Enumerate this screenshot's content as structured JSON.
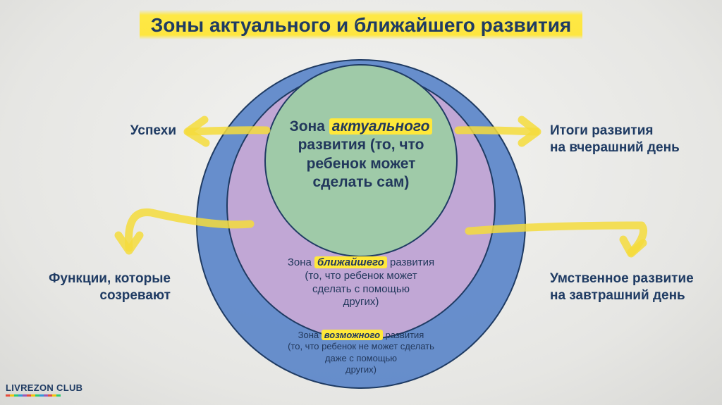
{
  "title": "Зоны актуального и ближайшего развития",
  "labels": {
    "successes": "Успехи",
    "functions_line1": "Функции, которые",
    "functions_line2": "созревают",
    "results_line1": "Итоги развития",
    "results_line2": "на вчерашний день",
    "mental_line1": "Умственное развитие",
    "mental_line2": "на завтрашний день"
  },
  "zones": {
    "actual": {
      "prefix": "Зона",
      "highlight": "актуального",
      "line2": "развития (то, что",
      "line3": "ребенок может",
      "line4": "сделать сам)"
    },
    "nearest": {
      "prefix": "Зона",
      "highlight": "ближайшего",
      "suffix": "развития",
      "line2": "(то, что ребенок может",
      "line3": "сделать с помощью",
      "line4": "других)"
    },
    "possible": {
      "prefix": "Зона",
      "highlight": "возможного",
      "suffix": "развития",
      "line2": "(то, что ребенок не может сделать",
      "line3": "даже с помощью",
      "line4": "других)"
    }
  },
  "logo": "LIVREZON CLUB",
  "colors": {
    "outer_circle": "#5b86c9",
    "middle_circle": "#c9a9d6",
    "inner_circle": "#9fcaa8",
    "highlight": "#ffe83a",
    "stroke": "#1f3b63"
  }
}
